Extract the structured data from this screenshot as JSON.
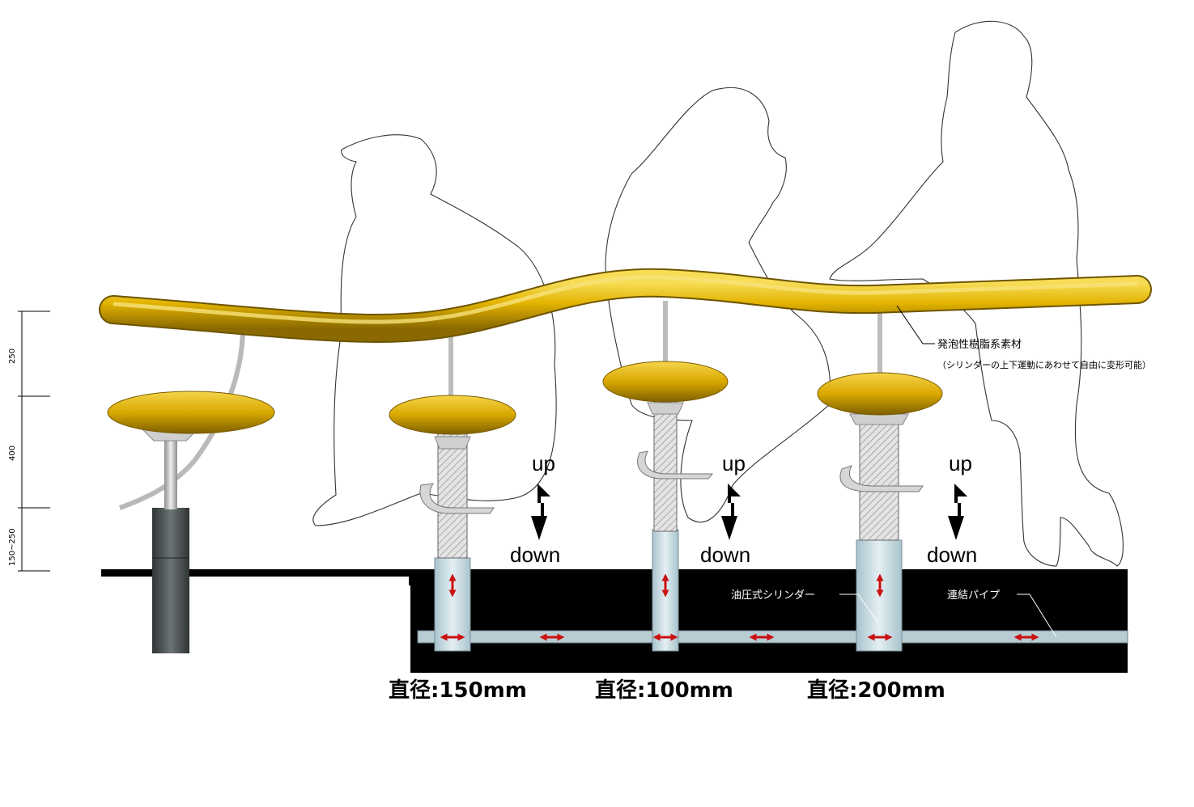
{
  "labels": {
    "material": "発泡性樹脂系素材",
    "material_note": "（シリンダーの上下運動にあわせて自由に変形可能）",
    "cylinder": "油圧式シリンダー",
    "pipe": "連結パイプ"
  },
  "motion": [
    {
      "up": "up",
      "down": "down"
    },
    {
      "up": "up",
      "down": "down"
    },
    {
      "up": "up",
      "down": "down"
    }
  ],
  "diameters": [
    "直径:150mm",
    "直径:100mm",
    "直径:200mm"
  ],
  "dimensions": [
    "250",
    "400",
    "150~250"
  ],
  "colors": {
    "rail": "#e0b000",
    "seat": "#d8a800",
    "ground": "#000000",
    "cylinder_fluid": "#c8dde6",
    "pipe": "#b8ccd3",
    "arrow": "#cc1111",
    "post": "#4b5152"
  },
  "icons": [
    "up-down-arrow-icon",
    "left-right-arrow-icon",
    "zigzag-arrow-icon"
  ]
}
